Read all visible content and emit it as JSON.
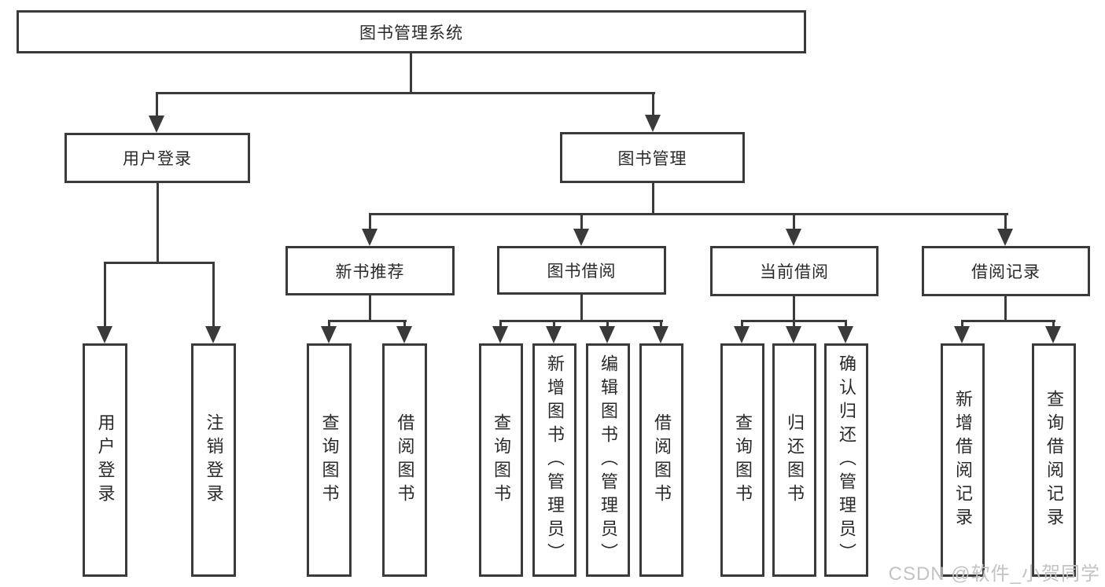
{
  "diagram": {
    "root": {
      "label": "图书管理系统"
    },
    "level2": [
      {
        "label": "用户登录"
      },
      {
        "label": "图书管理"
      }
    ],
    "level3": [
      {
        "label": "新书推荐"
      },
      {
        "label": "图书借阅"
      },
      {
        "label": "当前借阅"
      },
      {
        "label": "借阅记录"
      }
    ],
    "leaves": {
      "user_login": [
        "用户登录",
        "注销登录"
      ],
      "new_book": [
        "查询图书",
        "借阅图书"
      ],
      "book_borrow": [
        "查询图书",
        "新增图书（管理员）",
        "编辑图书（管理员）",
        "借阅图书"
      ],
      "current_borrow": [
        "查询图书",
        "归还图书",
        "确认归还（管理员）"
      ],
      "borrow_record": [
        "新增借阅记录",
        "查询借阅记录"
      ]
    }
  },
  "watermark": {
    "text": "CSDN @软件_小贺同学"
  },
  "colors": {
    "line": "#3a3a3a",
    "text": "#2a2a2a",
    "watermark": "#c3c3c3",
    "background": "#ffffff"
  }
}
